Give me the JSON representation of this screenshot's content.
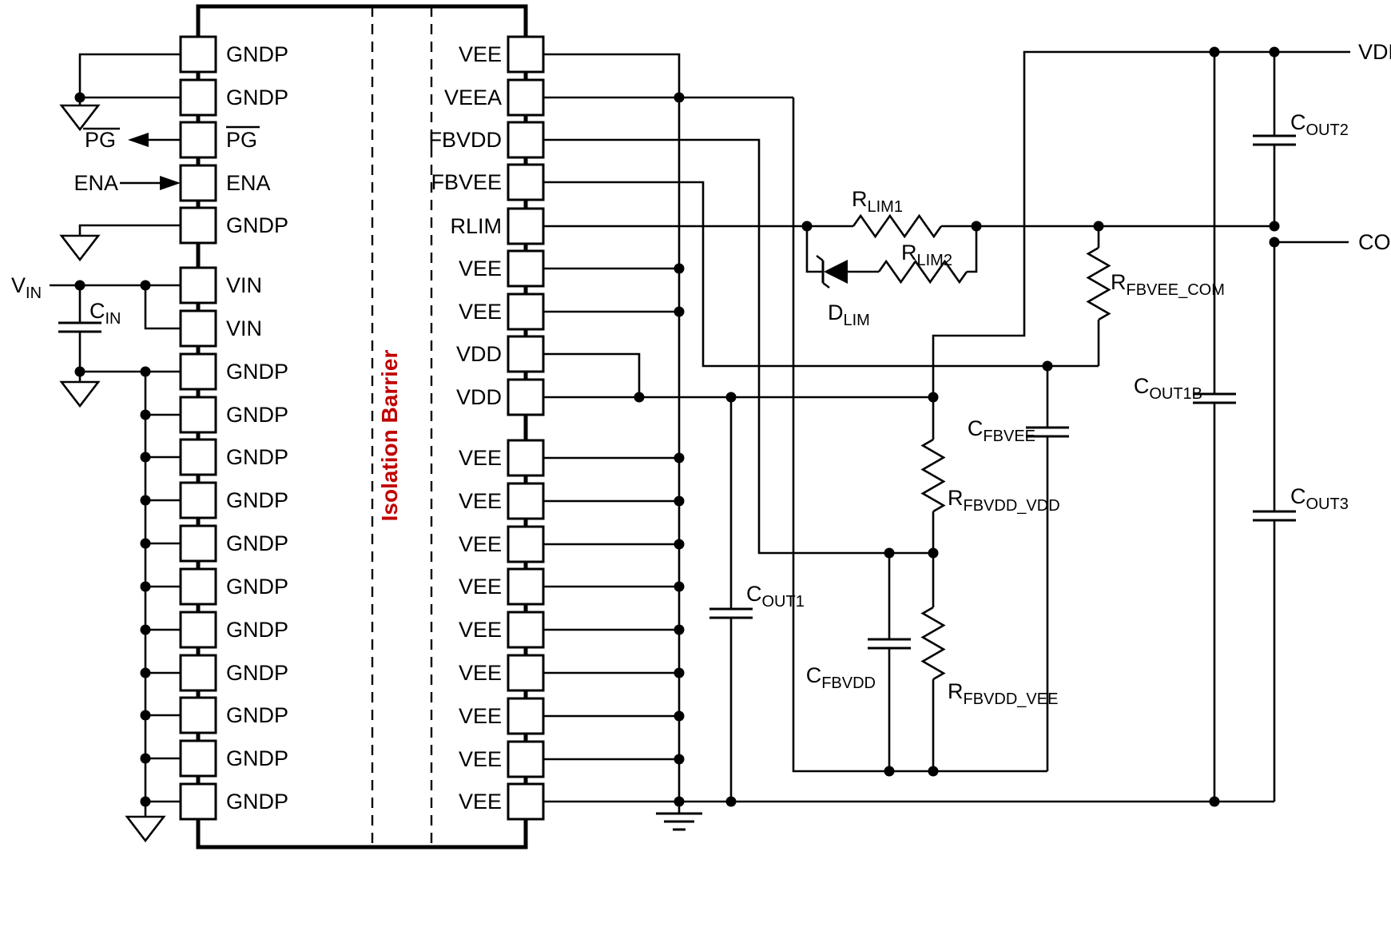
{
  "diagram": {
    "description": "Isolated bias supply typical application schematic",
    "isolation_barrier_label": "Isolation Barrier",
    "accent_red": "#C00000",
    "line_color": "#000000",
    "background": "#FFFFFF"
  },
  "chip": {
    "left_pins": [
      "GNDP",
      "GNDP",
      "PG",
      "ENA",
      "GNDP",
      "VIN",
      "VIN",
      "GNDP",
      "GNDP",
      "GNDP",
      "GNDP",
      "GNDP",
      "GNDP",
      "GNDP",
      "GNDP",
      "GNDP",
      "GNDP",
      "GNDP"
    ],
    "right_pins": [
      "VEE",
      "VEEA",
      "FBVDD",
      "FBVEE",
      "RLIM",
      "VEE",
      "VEE",
      "VDD",
      "VDD",
      "VEE",
      "VEE",
      "VEE",
      "VEE",
      "VEE",
      "VEE",
      "VEE",
      "VEE",
      "VEE"
    ],
    "overlined_pin": "PG"
  },
  "signals": {
    "vin": {
      "main": "V",
      "sub": "IN"
    },
    "pg": {
      "main": "PG",
      "overline": true
    },
    "ena": "ENA",
    "vdd": "VDD",
    "com": "COM"
  },
  "components": {
    "cin": {
      "main": "C",
      "sub": "IN"
    },
    "rlim1": {
      "main": "R",
      "sub": "LIM1"
    },
    "rlim2": {
      "main": "R",
      "sub": "LIM2"
    },
    "dlim": {
      "main": "D",
      "sub": "LIM"
    },
    "cout1": {
      "main": "C",
      "sub": "OUT1"
    },
    "cout1b": {
      "main": "C",
      "sub": "OUT1B"
    },
    "cout2": {
      "main": "C",
      "sub": "OUT2"
    },
    "cout3": {
      "main": "C",
      "sub": "OUT3"
    },
    "cfbvee": {
      "main": "C",
      "sub": "FBVEE"
    },
    "cfbvdd": {
      "main": "C",
      "sub": "FBVDD"
    },
    "rfbvdd_vdd": {
      "main": "R",
      "sub": "FBVDD_VDD"
    },
    "rfbvdd_vee": {
      "main": "R",
      "sub": "FBVDD_VEE"
    },
    "rfbvee_com": {
      "main": "R",
      "sub": "FBVEE_COM"
    }
  }
}
